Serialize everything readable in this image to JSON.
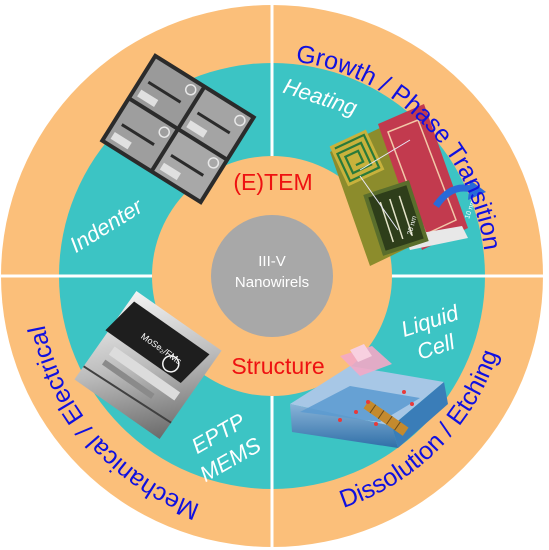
{
  "center": {
    "label_line1": "III-V",
    "label_line2": "Nanowirels"
  },
  "inner_ring": {
    "top_label": "(E)TEM",
    "bottom_label": "Structure"
  },
  "quadrants": {
    "top_left": {
      "label": "Indenter"
    },
    "top_right": {
      "label": "Heating"
    },
    "bottom_right": {
      "label_line1": "Liquid",
      "label_line2": "Cell"
    },
    "bottom_left": {
      "label_line1": "EPTP",
      "label_line2": "MEMS"
    }
  },
  "outer_ring": {
    "top_right": "Growth / Phase Transition",
    "bottom_right": "Dissolution / Etching",
    "left": "Mechanical / Electrical"
  },
  "image_labels": {
    "heating_scale_a": "10 nm",
    "heating_scale_b": "20 nm",
    "mems_name": "MoSe₂/FMs"
  },
  "colors": {
    "outer_ring": "#fbbf7a",
    "teal_ring": "#3cc4c4",
    "inner_ring": "#fbbf7a",
    "center": "#a8a8a8",
    "divider": "#ffffff",
    "outer_text": "#1010e0",
    "inner_text": "#ee1111",
    "quadrant_text": "#ffffff"
  }
}
